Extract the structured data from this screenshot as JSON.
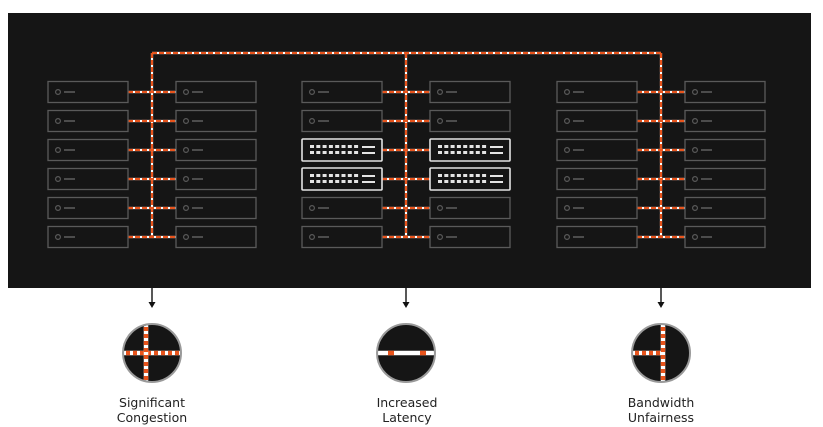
{
  "colors": {
    "panel": "#151515",
    "server_outline": "#5a5a5a",
    "switch_outline": "#e4e4e4",
    "link_orange": "#e8541c",
    "link_white": "#ffffff",
    "arrow": "#111111",
    "caption_text": "#222222"
  },
  "groups": [
    {
      "id": "left",
      "outcome": {
        "line1": "Significant",
        "line2": "Congestion",
        "icon": "congestion-cross-icon"
      },
      "rows": [
        "server",
        "server",
        "server",
        "server",
        "server",
        "server"
      ]
    },
    {
      "id": "center",
      "outcome": {
        "line1": "Increased",
        "line2": "Latency",
        "icon": "latency-line-icon"
      },
      "rows": [
        "server",
        "server",
        "switch",
        "switch",
        "server",
        "server"
      ]
    },
    {
      "id": "right",
      "outcome": {
        "line1": "Bandwidth",
        "line2": "Unfairness",
        "icon": "unfairness-tee-icon"
      },
      "rows": [
        "server",
        "server",
        "server",
        "server",
        "server",
        "server"
      ]
    }
  ]
}
